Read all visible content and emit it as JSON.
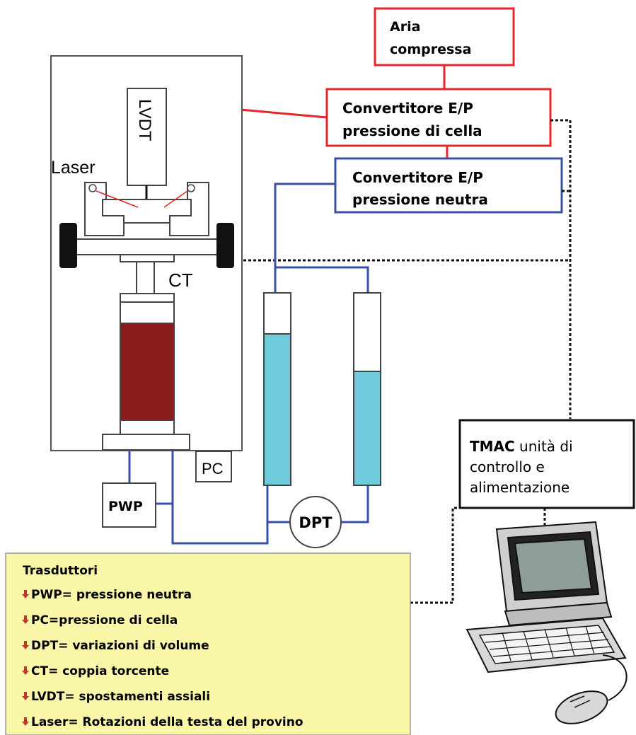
{
  "colors": {
    "red_box": "#e8262a",
    "blue_line": "#3a4fa8",
    "water": "#6ecbdc",
    "specimen": "#8b1c1c",
    "legend_bg": "#fbf7a8",
    "legend_border": "#999999",
    "arrow": "#c0392b"
  },
  "labels": {
    "aria_line1": "Aria",
    "aria_line2": "compressa",
    "conv_cell_line1": "Convertitore E/P",
    "conv_cell_line2": "pressione di cella",
    "conv_neutral_line1": "Convertitore E/P",
    "conv_neutral_line2": "pressione neutra",
    "lvdt": "LVDT",
    "laser": "Laser",
    "ct": "CT",
    "pc": "PC",
    "pwp": "PWP",
    "dpt": "DPT",
    "tmac_bold": "TMAC",
    "tmac_rest": " unità di",
    "tmac_line2": "controllo e",
    "tmac_line3": "alimentazione"
  },
  "legend": {
    "title": "Trasduttori",
    "items": [
      "PWP= pressione neutra",
      "PC=pressione di cella",
      "DPT= variazioni di volume",
      "CT= coppia torcente",
      "LVDT= spostamenti assiali",
      "Laser= Rotazioni della testa del provino"
    ],
    "bullet_icon": "down-arrow-icon"
  }
}
